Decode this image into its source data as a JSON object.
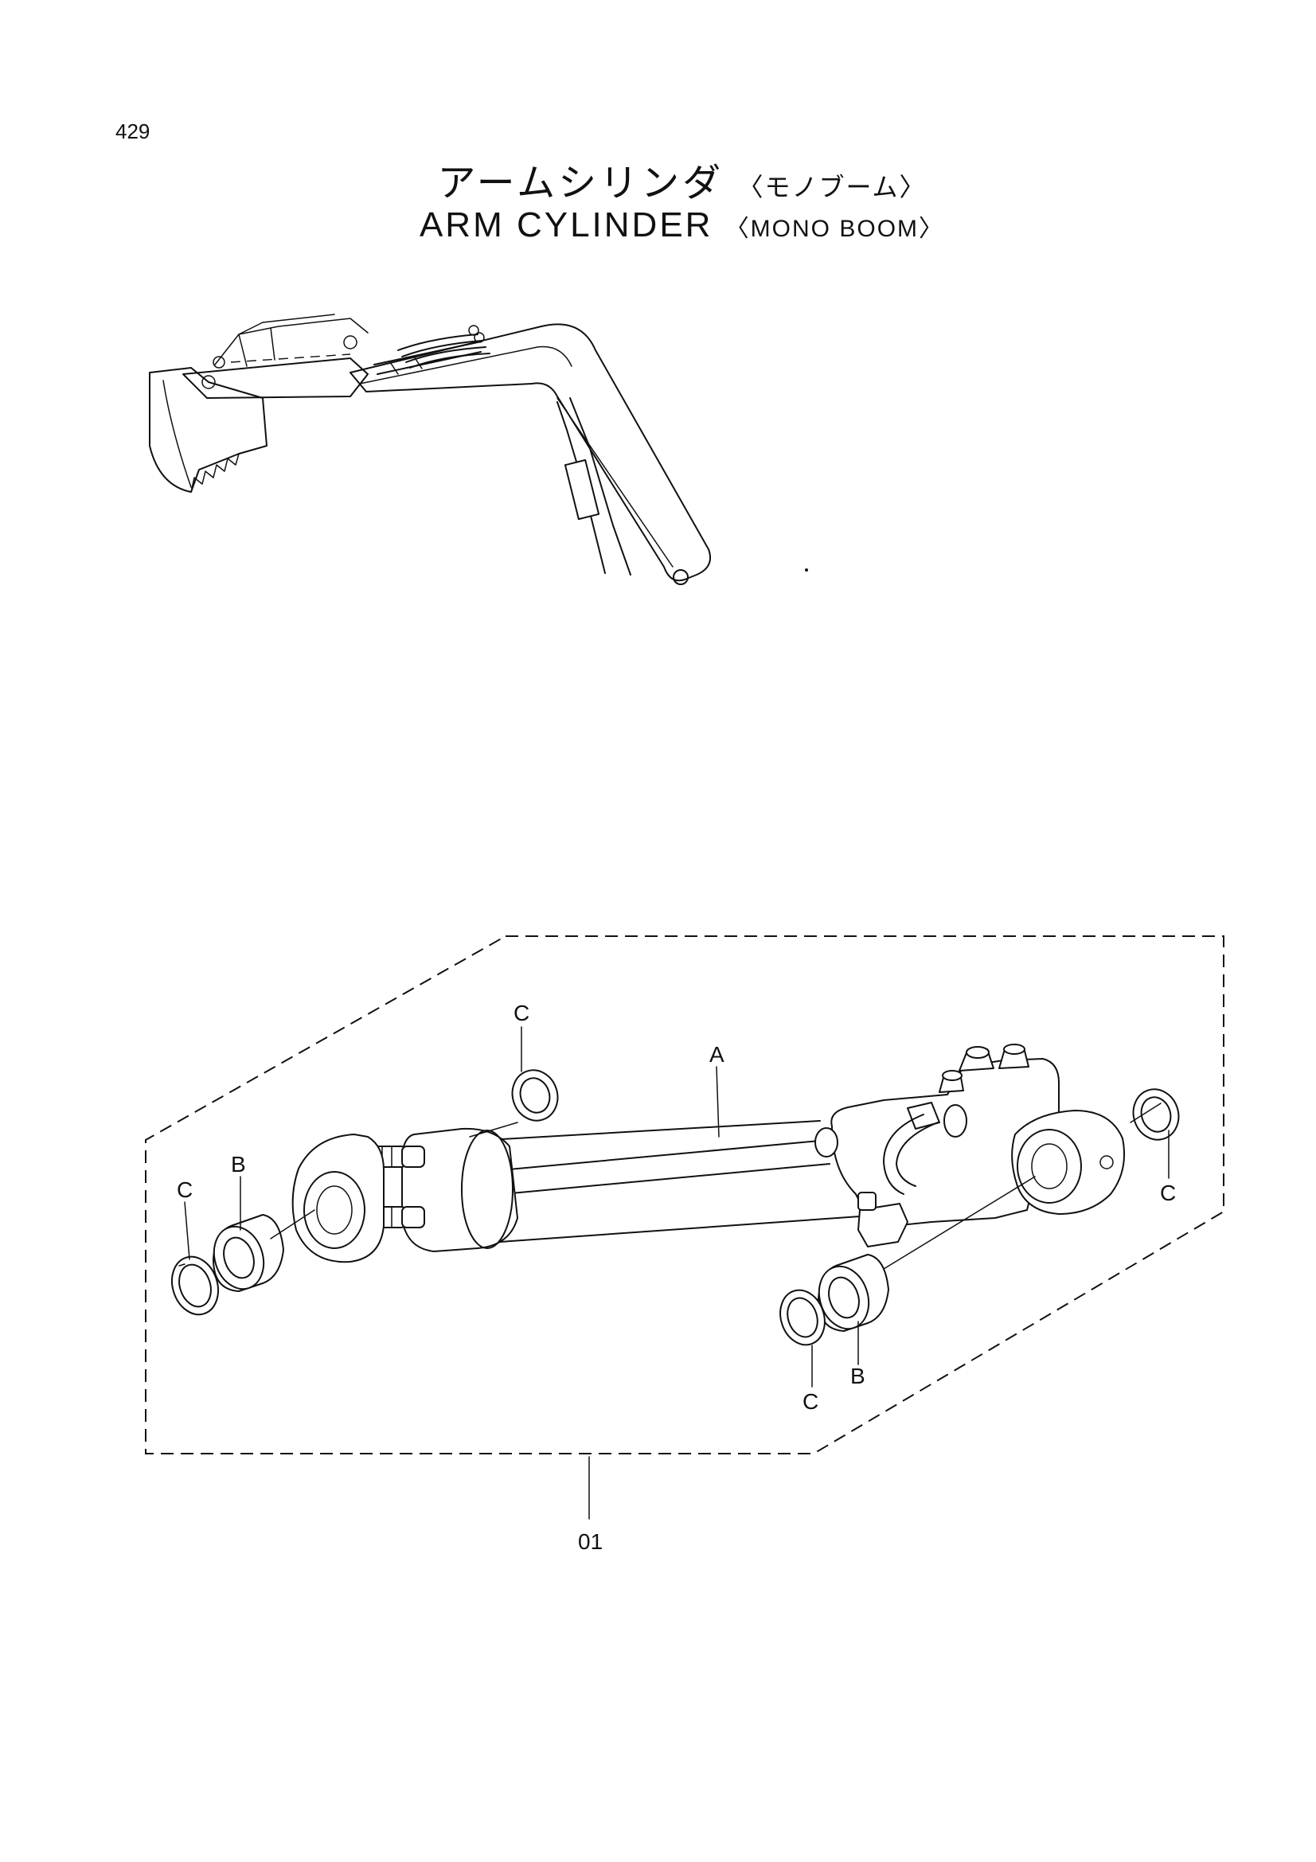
{
  "page_number": "429",
  "title_jp": "アームシリンダ",
  "title_jp_sub": "〈モノブーム〉",
  "title_en": "ARM  CYLINDER",
  "title_en_sub": "〈MONO BOOM〉",
  "labels": {
    "a": "A",
    "b1": "B",
    "b2": "B",
    "c1": "C",
    "c2": "C",
    "c3": "C",
    "c4": "C",
    "assembly": "01"
  }
}
